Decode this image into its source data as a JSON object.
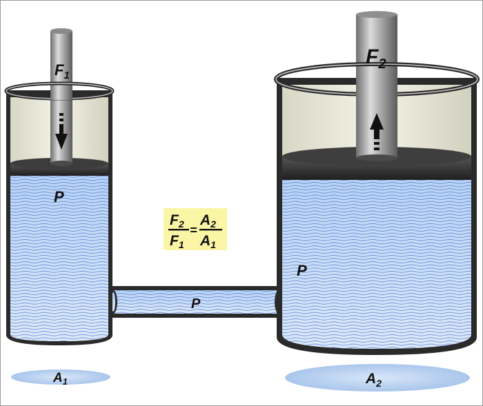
{
  "diagram": {
    "force_small": {
      "symbol": "F",
      "subscript": "1"
    },
    "force_large": {
      "symbol": "F",
      "subscript": "2"
    },
    "pressure_label": "P",
    "area_small": {
      "symbol": "A",
      "subscript": "1"
    },
    "area_large": {
      "symbol": "A",
      "subscript": "2"
    },
    "formula": {
      "numerator_left": {
        "symbol": "F",
        "subscript": "2"
      },
      "denominator_left": {
        "symbol": "F",
        "subscript": "1"
      },
      "equals": "=",
      "numerator_right": {
        "symbol": "A",
        "subscript": "2"
      },
      "denominator_right": {
        "symbol": "A",
        "subscript": "1"
      }
    }
  },
  "colors": {
    "fluid": "#c9dcf5",
    "fluid_lines": "#3c6fd1",
    "glass": "#ecebd9",
    "wall": "#2a2a2a",
    "piston": "#333333",
    "rod": "#9a9a9a",
    "formula_bg": "#fbf6a6",
    "area_ellipse": "#a9c6ec"
  }
}
